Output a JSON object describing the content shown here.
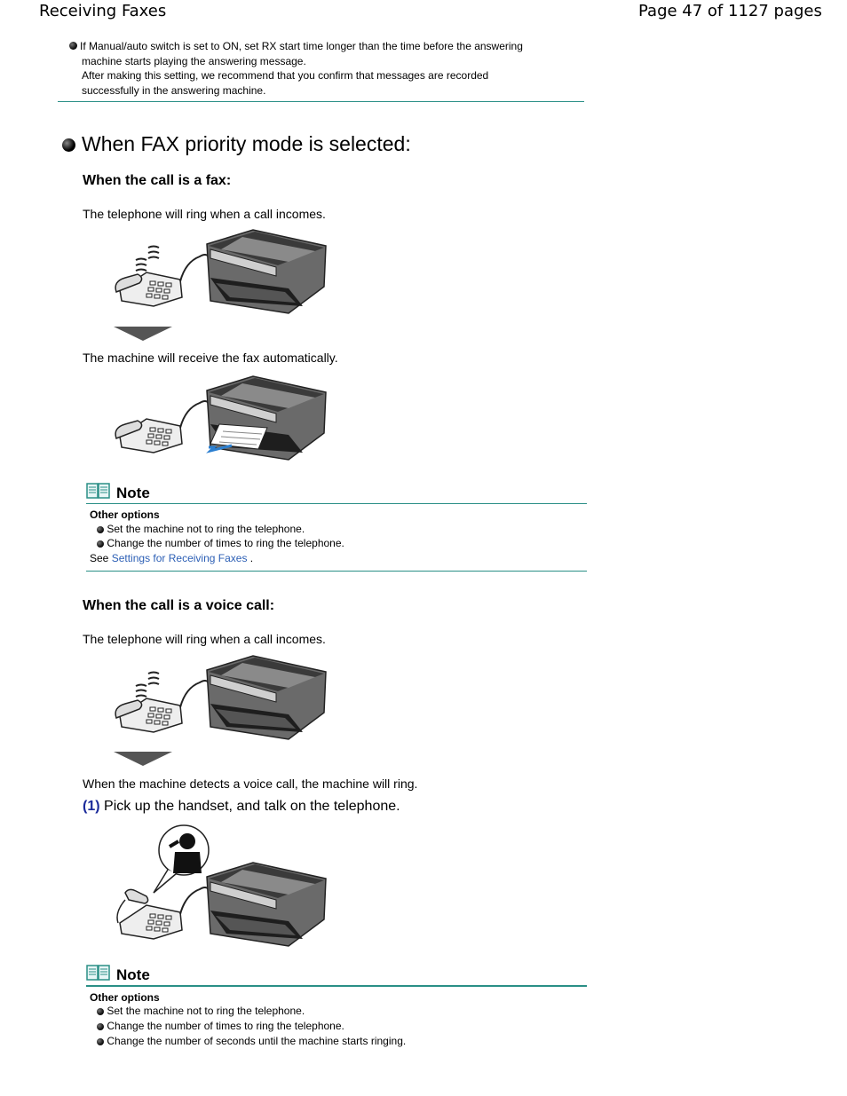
{
  "header": {
    "section_title": "Receiving Faxes",
    "page_info": "Page 47 of 1127 pages"
  },
  "intro": {
    "line1": "If Manual/auto switch is set to ON, set RX start time longer than the time before the answering",
    "line2": "machine starts playing the answering message.",
    "line3": "After making this setting, we recommend that you confirm that messages are recorded",
    "line4": "successfully in the answering machine."
  },
  "section": {
    "title": "When FAX priority mode is selected:",
    "fax_call": {
      "heading": "When the call is a fax:",
      "text1": "The telephone will ring when a call incomes.",
      "text2": "The machine will receive the fax automatically."
    },
    "note1": {
      "title": "Note",
      "subtitle": "Other options",
      "items": [
        "Set the machine not to ring the telephone.",
        "Change the number of times to ring the telephone."
      ],
      "see_prefix": "See",
      "see_link": "Settings for Receiving Faxes",
      "see_suffix": "."
    },
    "voice_call": {
      "heading": "When the call is a voice call:",
      "text1": "The telephone will ring when a call incomes.",
      "text2": "When the machine detects a voice call, the machine will ring.",
      "step_num": "(1)",
      "step_text": "Pick up the handset, and talk on the telephone."
    },
    "note2": {
      "title": "Note",
      "subtitle": "Other options",
      "items": [
        "Set the machine not to ring the telephone.",
        "Change the number of times to ring the telephone.",
        "Change the number of seconds until the machine starts ringing."
      ]
    }
  }
}
